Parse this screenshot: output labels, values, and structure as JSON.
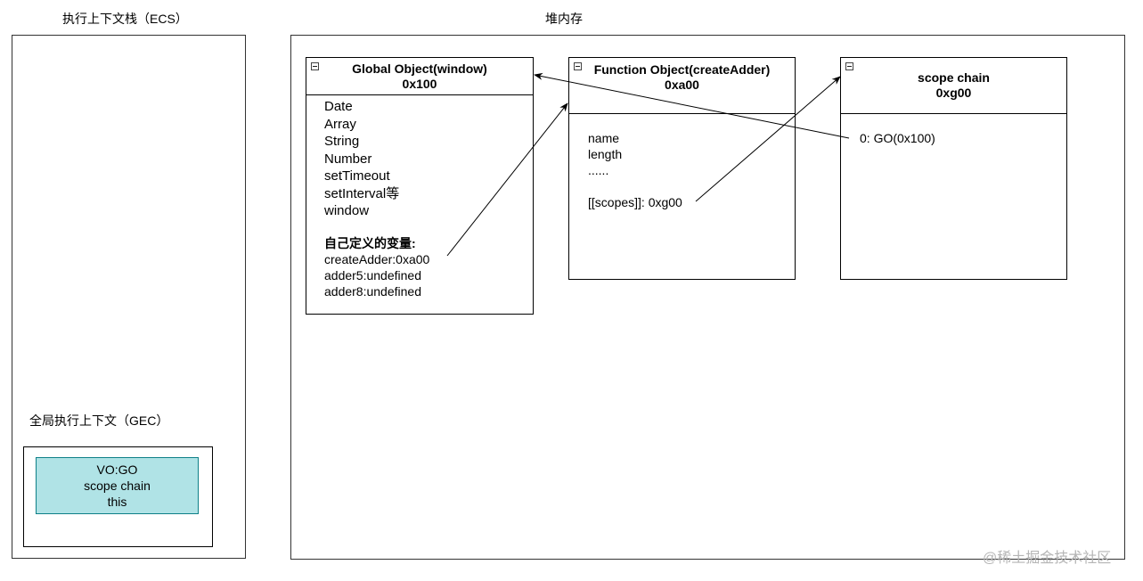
{
  "ecs": {
    "title": "执行上下文栈（ECS）"
  },
  "heap": {
    "title": "堆内存"
  },
  "gec": {
    "title": "全局执行上下文（GEC）",
    "vo_lines": [
      "VO:GO",
      "scope chain",
      "this"
    ]
  },
  "global_object": {
    "title": "Global Object(window)",
    "address": "0x100",
    "builtins": [
      "Date",
      "Array",
      "String",
      "Number",
      "setTimeout",
      "setInterval等",
      "window"
    ],
    "custom_heading": "自己定义的变量:",
    "custom_vars": [
      "createAdder:0xa00",
      "adder5:undefined",
      "adder8:undefined"
    ]
  },
  "function_object": {
    "title": "Function Object(createAdder)",
    "address": "0xa00",
    "fields": [
      "name",
      "length",
      "......"
    ],
    "scopes": "[[scopes]]: 0xg00"
  },
  "scope_chain": {
    "title": "scope chain",
    "address": "0xg00",
    "entries": [
      "0: GO(0x100)"
    ]
  },
  "watermark": "@稀土掘金技术社区"
}
